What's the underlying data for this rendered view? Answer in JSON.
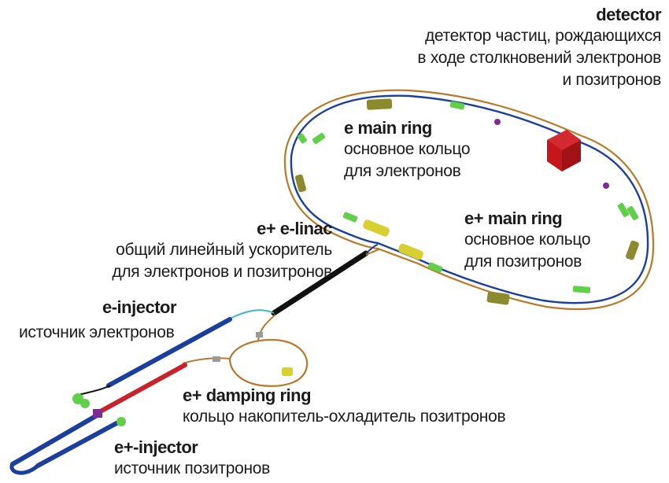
{
  "labels": {
    "detector": {
      "title": "detector",
      "line1": "детектор частиц, рождающихся",
      "line2": "в ходе столкновений электронов",
      "line3": "и позитронов"
    },
    "e_main_ring": {
      "title": "e main ring",
      "line1": "основное кольцо",
      "line2": "для электронов"
    },
    "ep_main_ring": {
      "title": "e+ main ring",
      "line1": "основное кольцо",
      "line2": "для позитронов"
    },
    "linac": {
      "title": "e+ e-linac",
      "line1": "общий линейный ускоритель",
      "line2": "для электронов и позитронов"
    },
    "e_injector": {
      "title": "e-injector",
      "line1": "источник электронов"
    },
    "damping_ring": {
      "title": "e+ damping ring",
      "line1": "кольцо накопитель-охладитель позитронов"
    },
    "ep_injector": {
      "title": "e+-injector",
      "line1": "источник позитронов"
    }
  },
  "colors": {
    "electron_beamline": "#1c3f9e",
    "positron_beamline": "#b8792a",
    "linac": "#111111",
    "positron_section": "#c8232c",
    "detector": "#c4161c",
    "dipole_magnet": "#8c8a2e",
    "quadrupole_magnet": "#62cf4a",
    "kicker": "#7b2a96",
    "wiggler": "#d8cf30",
    "transfer_line": "#3fb7c4",
    "gray_element": "#9a9a9a"
  }
}
